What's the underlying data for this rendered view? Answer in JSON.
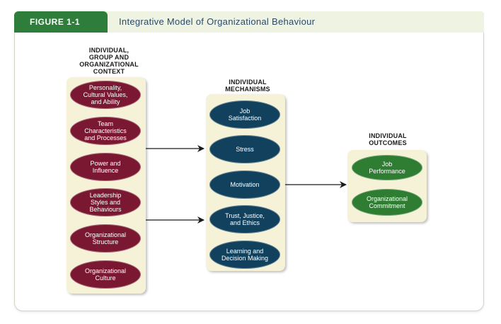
{
  "figure": {
    "label": "FIGURE 1-1",
    "title": "Integrative Model of Organizational Behaviour"
  },
  "columns": {
    "context": {
      "heading_lines": [
        "INDIVIDUAL,",
        "GROUP AND",
        "ORGANIZATIONAL",
        "CONTEXT"
      ],
      "items": [
        [
          "Personality,",
          "Cultural Values,",
          "and Ability"
        ],
        [
          "Team",
          "Characteristics",
          "and Processes"
        ],
        [
          "Power and",
          "Influence"
        ],
        [
          "Leadership",
          "Styles and",
          "Behaviours"
        ],
        [
          "Organizational",
          "Structure"
        ],
        [
          "Organizational",
          "Culture"
        ]
      ]
    },
    "mechanisms": {
      "heading_lines": [
        "INDIVIDUAL",
        "MECHANISMS"
      ],
      "items": [
        [
          "Job",
          "Satisfaction"
        ],
        [
          "Stress"
        ],
        [
          "Motivation"
        ],
        [
          "Trust, Justice,",
          "and Ethics"
        ],
        [
          "Learning and",
          "Decision Making"
        ]
      ]
    },
    "outcomes": {
      "heading_lines": [
        "INDIVIDUAL",
        "OUTCOMES"
      ],
      "items": [
        [
          "Job",
          "Performance"
        ],
        [
          "Organizational",
          "Commitment"
        ]
      ]
    }
  },
  "colors": {
    "figure_tab": "#2f7d3a",
    "context_ovals": "#7a1832",
    "mechanism_ovals": "#12415e",
    "outcome_ovals": "#2e7d32",
    "panel": "#f6f2d8"
  }
}
